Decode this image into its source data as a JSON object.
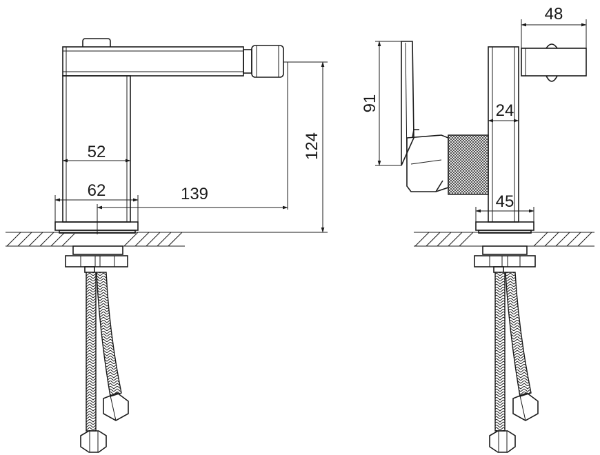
{
  "front_view": {
    "dimensions": {
      "inner_width": "52",
      "base_width": "62",
      "spout_reach": "139",
      "total_height": "124"
    }
  },
  "side_view": {
    "dimensions": {
      "lever_height": "91",
      "lever_width": "48",
      "body_depth": "24",
      "base_depth": "45"
    }
  }
}
